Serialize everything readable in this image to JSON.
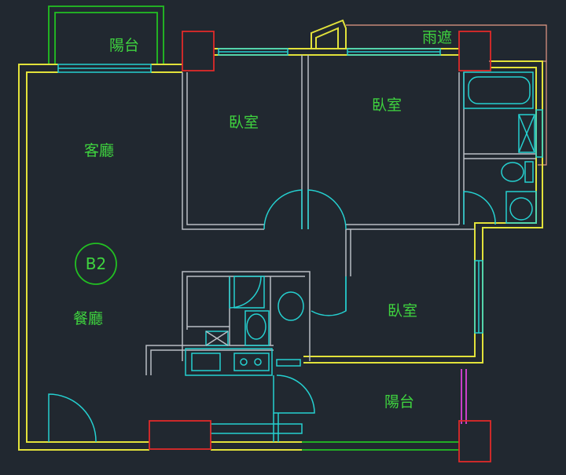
{
  "plan": {
    "unit_badge": "B2",
    "rooms": {
      "balcony_top": "陽台",
      "canopy": "雨遮",
      "living_room": "客廳",
      "bedroom_1": "臥室",
      "bedroom_2": "臥室",
      "dining_room": "餐廳",
      "bedroom_3": "臥室",
      "balcony_bottom": "陽台"
    }
  },
  "colors": {
    "background": "#212830",
    "label": "#3fd43f",
    "exterior_wall": "#e2e23a",
    "interior_wall": "#b9bec4",
    "fixtures": "#25d0d0",
    "columns": "#e02a2a"
  }
}
